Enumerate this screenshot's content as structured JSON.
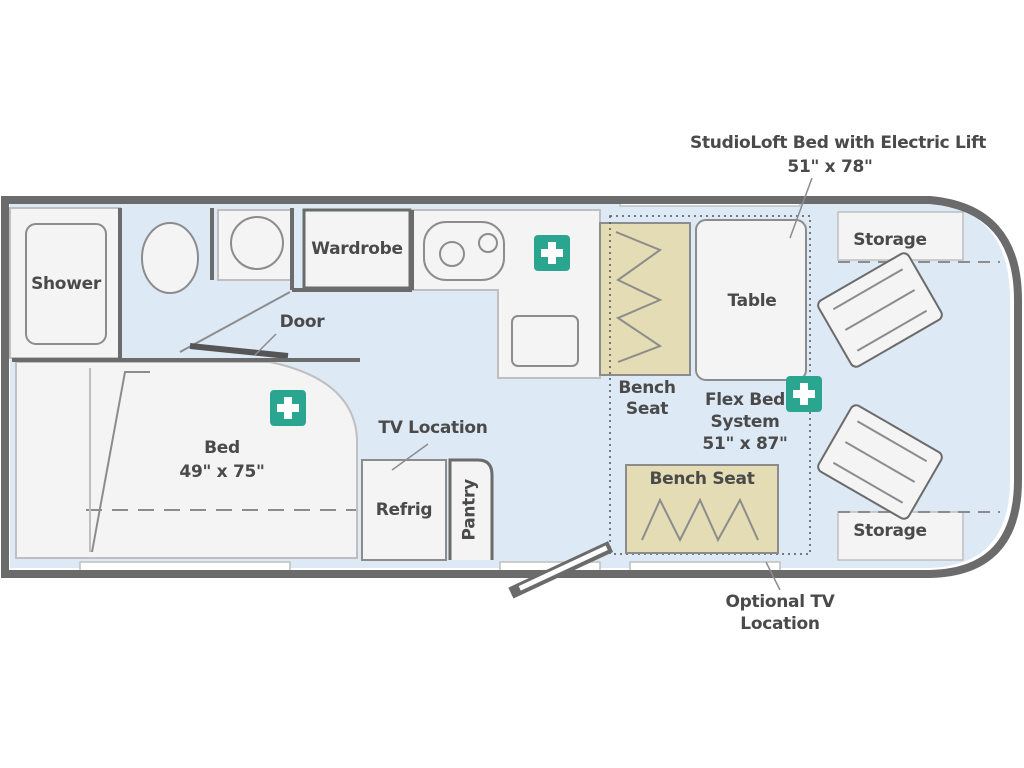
{
  "labels": {
    "studioloft_title": "StudioLoft Bed with Electric Lift",
    "studioloft_size": "51\" x 78\"",
    "shower": "Shower",
    "wardrobe": "Wardrobe",
    "storage_top": "Storage",
    "door": "Door",
    "table": "Table",
    "bench_seat_line1": "Bench",
    "bench_seat_line2": "Seat",
    "flex_bed_line1": "Flex Bed",
    "flex_bed_line2": "System",
    "flex_bed_size": "51\" x 87\"",
    "bed": "Bed",
    "bed_size": "49\" x 75\"",
    "tv_location": "TV Location",
    "refrig": "Refrig",
    "pantry": "Pantry",
    "bench_seat_lower": "Bench Seat",
    "storage_bottom": "Storage",
    "optional_tv_line1": "Optional TV",
    "optional_tv_line2": "Location"
  },
  "colors": {
    "wall": "#6b6b6b",
    "floor": "#dde9f5",
    "fixture": "#f4f4f4",
    "seat": "#e3dcb4",
    "text": "#4a4a4a",
    "first_aid": "#2aa58f"
  },
  "icons": [
    "first-aid-icon"
  ]
}
